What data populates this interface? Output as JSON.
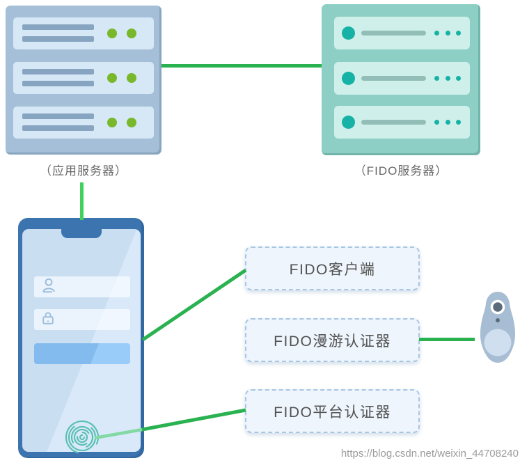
{
  "servers": {
    "app": {
      "label": "（应用服务器）"
    },
    "fido": {
      "label": "（FIDO服务器）"
    }
  },
  "nodes": [
    {
      "label": "FIDO客户端"
    },
    {
      "label": "FIDO漫游认证器"
    },
    {
      "label": "FIDO平台认证器"
    }
  ],
  "watermark": {
    "text": "https://blog.csdn.net/weixin_44708240"
  },
  "icons": {
    "phone_username_field": "user-icon",
    "phone_password_field": "lock-icon",
    "phone_sensor": "fingerprint-icon",
    "external_device": "usb-security-key-icon"
  },
  "colors": {
    "connector_green": "#2ab150",
    "connector_green_bright": "#41d05e",
    "connector_green_pale": "#82d9a4",
    "app_server_body": "#a4bfd7",
    "app_server_slot": "#d6e7f6",
    "app_server_bar": "#87a4c1",
    "app_server_led": "#79b82b",
    "fido_server_body": "#8ecfc5",
    "fido_server_slot": "#cff0ea",
    "fido_server_accent": "#16b2a5",
    "phone_frame": "#3b74ae",
    "phone_screen": "#cfe1f3",
    "phone_button": "#8bc1f0",
    "node_border": "#a8c6e2",
    "node_bg": "#eef5fc",
    "key_body": "#a7bdd3"
  }
}
